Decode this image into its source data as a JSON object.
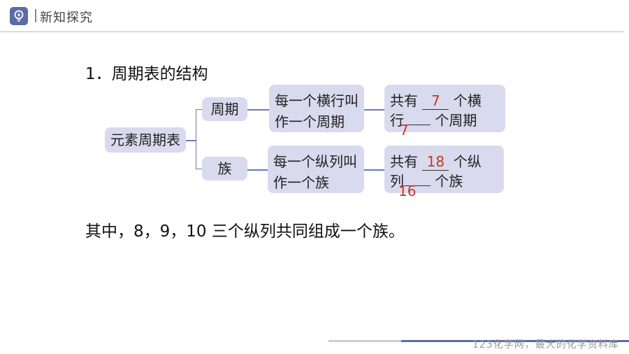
{
  "header": {
    "title": "新知探究"
  },
  "section": {
    "title": "1．周期表的结构"
  },
  "tree": {
    "root": "元素周期表",
    "branch1": {
      "label": "周期",
      "desc_line1": "每一个横行叫",
      "desc_line2": "作一个周期",
      "count_prefix": "共有",
      "count_value": "7",
      "count_suffix": "个横",
      "line2_prefix": "行",
      "line2_value": "7",
      "line2_suffix": "个周期"
    },
    "branch2": {
      "label": "族",
      "desc_line1": "每一个纵列叫",
      "desc_line2": "作一个族",
      "count_prefix": "共有",
      "count_value": "18",
      "count_suffix": "个纵",
      "line2_prefix": "列",
      "line2_value": "16",
      "line2_suffix": "个族"
    }
  },
  "note": "其中，8，9，10 三个纵列共同组成一个族。",
  "footer": {
    "text": "123化学网，最大的化学资料库"
  },
  "colors": {
    "accent": "#5b6aa8",
    "box": "#d9daee",
    "answer": "#c8381e"
  }
}
